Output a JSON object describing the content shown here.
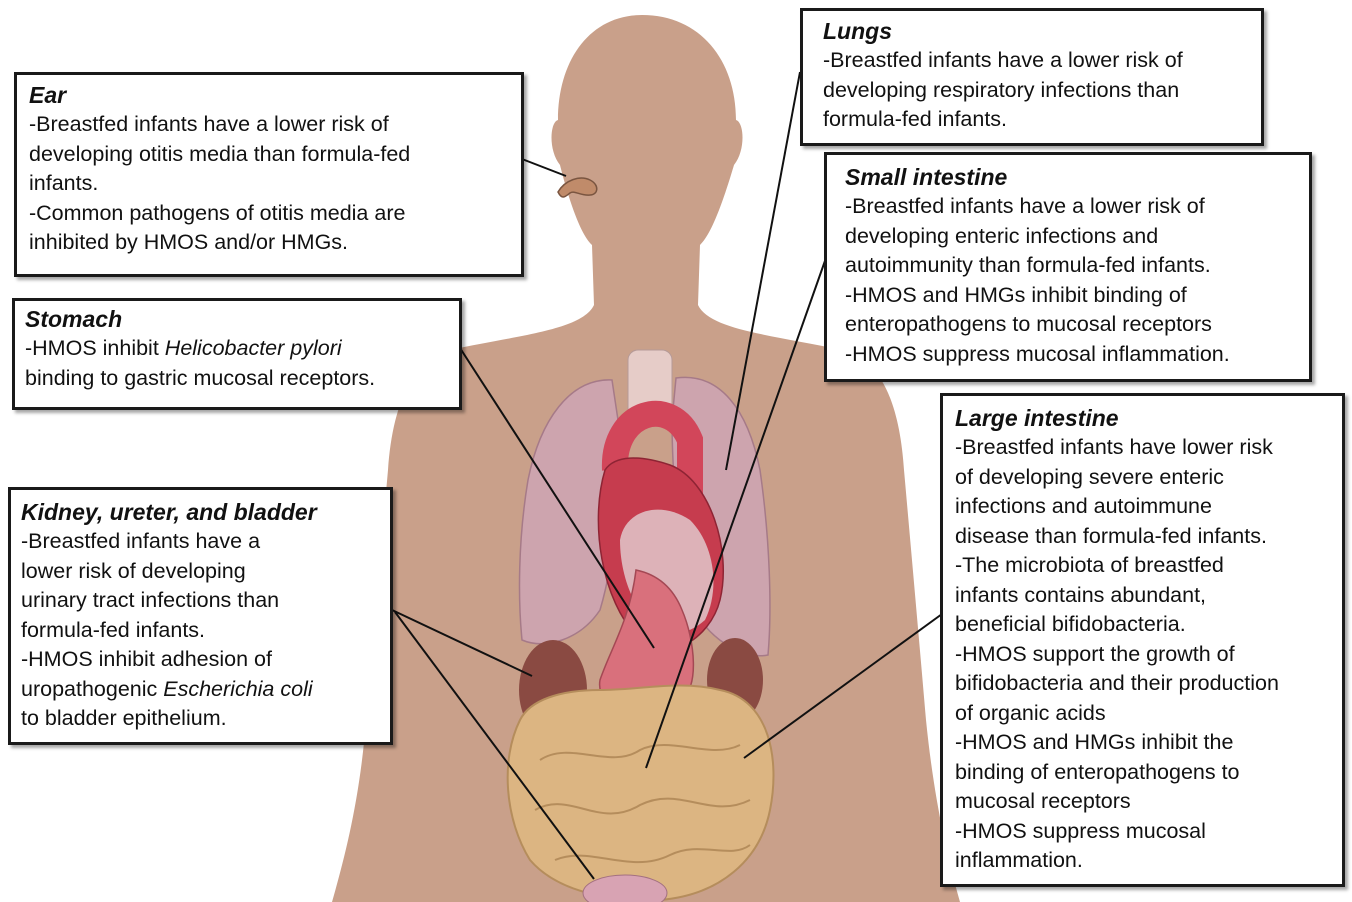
{
  "colors": {
    "body_silhouette": "#c9a08a",
    "lungs": "#cda4ae",
    "heart": "#c63c4e",
    "intestine": "#dcb582",
    "kidney": "#8a4a42",
    "box_border": "#1a1a1a"
  },
  "callouts": {
    "ear": {
      "title": "Ear",
      "lines": [
        "-Breastfed infants have a lower risk of",
        "developing otitis media than formula-fed",
        "infants.",
        "-Common pathogens of otitis media are",
        "inhibited by HMOS and/or HMGs."
      ]
    },
    "stomach": {
      "title": "Stomach",
      "line1_pre": "-HMOS inhibit ",
      "line1_italic": "Helicobacter pylori",
      "line2": "binding to gastric mucosal receptors."
    },
    "kidney": {
      "title": "Kidney, ureter, and bladder",
      "lines": [
        "-Breastfed infants have a",
        "lower risk of developing",
        "urinary tract infections than",
        "formula-fed infants.",
        "-HMOS inhibit adhesion of"
      ],
      "line6_pre": "uropathogenic ",
      "line6_italic": "Escherichia coli",
      "line7": "to bladder epithelium."
    },
    "lungs": {
      "title": "Lungs",
      "lines": [
        "-Breastfed infants have a lower risk of",
        "developing respiratory infections than",
        "formula-fed infants."
      ]
    },
    "small_intestine": {
      "title": "Small intestine",
      "lines": [
        "-Breastfed infants have a lower risk of",
        "developing enteric infections and",
        "autoimmunity than formula-fed infants.",
        "-HMOS and HMGs inhibit binding of",
        "enteropathogens to mucosal receptors",
        "-HMOS suppress mucosal inflammation."
      ]
    },
    "large_intestine": {
      "title": "Large intestine",
      "lines": [
        "-Breastfed infants have lower risk",
        "of developing severe enteric",
        "infections and autoimmune",
        "disease than formula-fed infants.",
        "-The microbiota of breastfed",
        "infants contains abundant,",
        "beneficial bifidobacteria.",
        "-HMOS support the growth of",
        "bifidobacteria and their production",
        "of organic acids",
        "-HMOS and HMGs inhibit the",
        "binding of enteropathogens to",
        "mucosal receptors",
        "-HMOS suppress mucosal",
        "inflammation."
      ]
    }
  }
}
